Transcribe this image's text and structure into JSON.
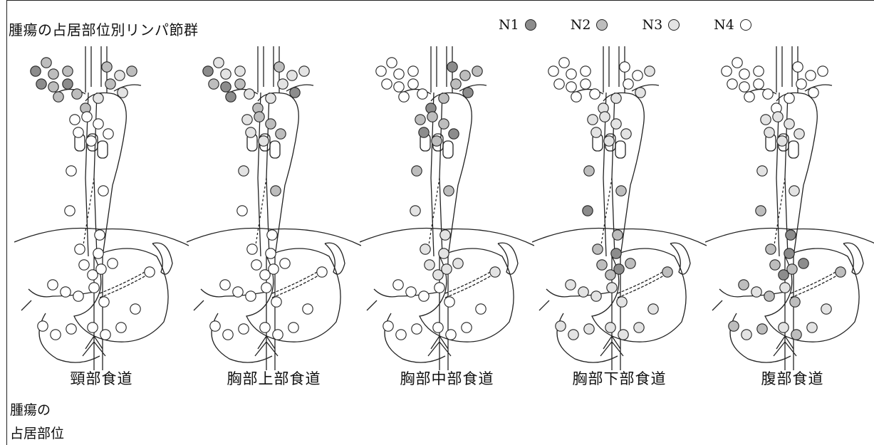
{
  "title": "腫瘍の占居部位別リンパ節群",
  "legend": [
    {
      "label": "N1",
      "color": "#8c8c8c"
    },
    {
      "label": "N2",
      "color": "#bdbdbd"
    },
    {
      "label": "N3",
      "color": "#e3e3e3"
    },
    {
      "label": "N4",
      "color": "#ffffff"
    }
  ],
  "panels": [
    {
      "caption": "頸部食道"
    },
    {
      "caption": "胸部上部食道"
    },
    {
      "caption": "胸部中部食道"
    },
    {
      "caption": "胸部下部食道"
    },
    {
      "caption": "腹部食道"
    }
  ],
  "row_label": {
    "line1": "腫瘍の",
    "line2": "占居部位"
  }
}
